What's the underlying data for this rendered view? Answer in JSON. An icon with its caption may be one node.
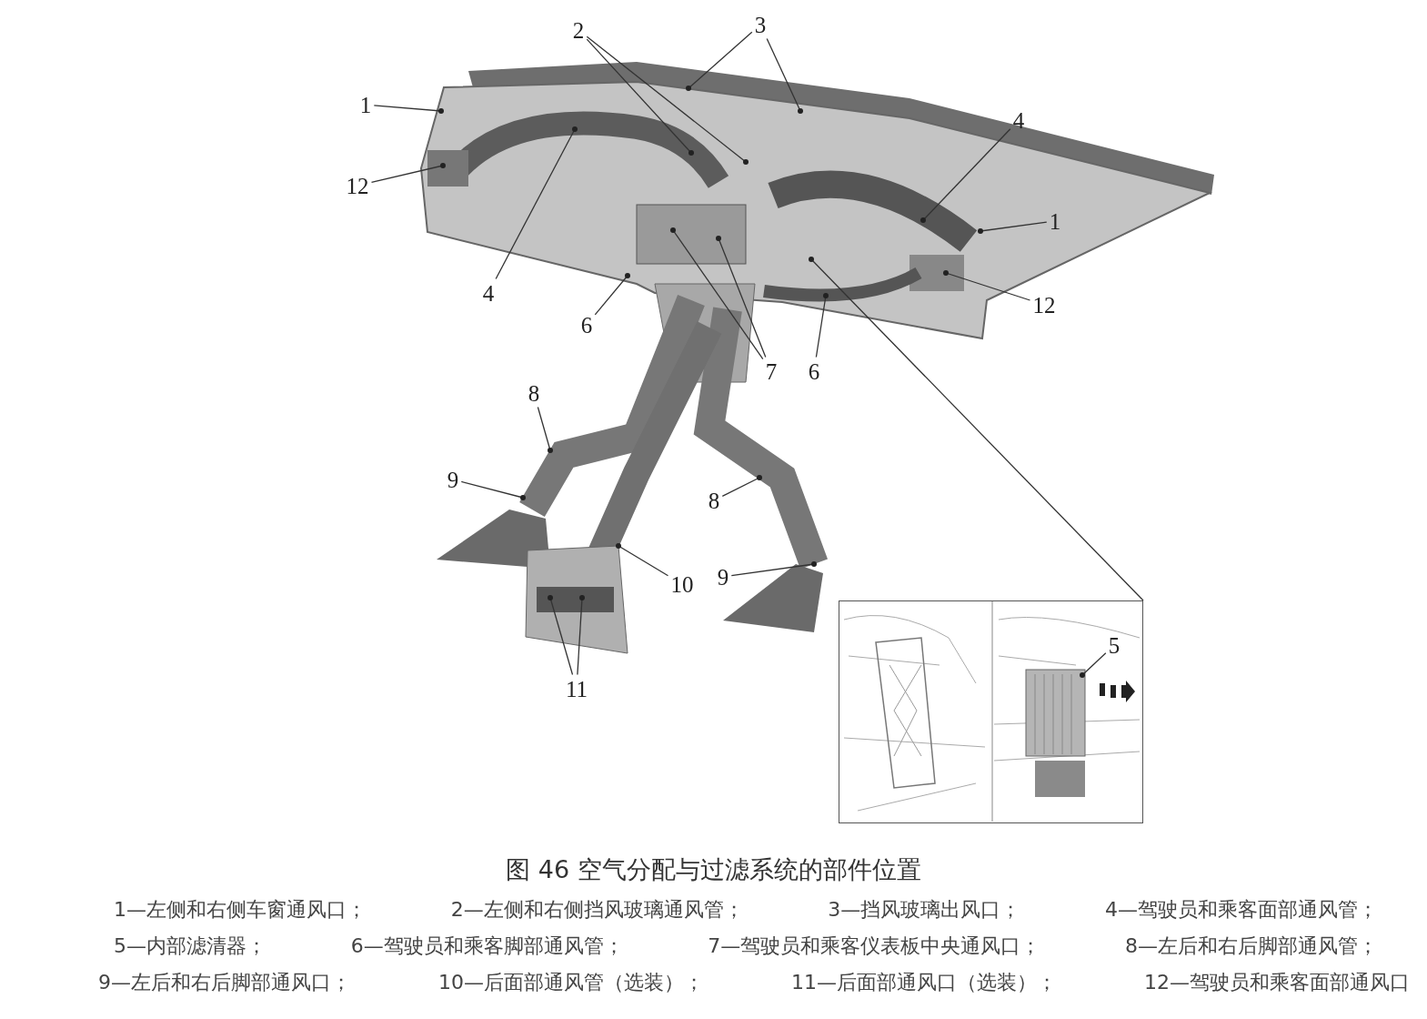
{
  "diagram": {
    "caption": "图 46 空气分配与过滤系统的部件位置",
    "nodes": [
      {
        "text": [
          "1"
        ]
      },
      {
        "text": [
          "12"
        ]
      },
      {
        "text": [
          "2"
        ]
      },
      {
        "text": [
          "3"
        ]
      },
      {
        "text": [
          "4"
        ]
      },
      {
        "text": [
          "1"
        ]
      },
      {
        "text": [
          "4"
        ]
      },
      {
        "text": [
          "6"
        ]
      },
      {
        "text": [
          "7"
        ]
      },
      {
        "text": [
          "6"
        ]
      },
      {
        "text": [
          "12"
        ]
      },
      {
        "text": [
          "8"
        ]
      },
      {
        "text": [
          "9"
        ]
      },
      {
        "text": [
          "8"
        ]
      },
      {
        "text": [
          "10"
        ]
      },
      {
        "text": [
          "9"
        ]
      },
      {
        "text": [
          "11"
        ]
      },
      {
        "text": [],
        "shape": "picture"
      },
      {
        "text": [
          "5"
        ],
        "in": 17
      }
    ],
    "edges": [
      {
        "from": 0,
        "to": null,
        "arrow": "other"
      },
      {
        "from": 1,
        "to": null,
        "arrow": "other"
      },
      {
        "from": 2,
        "to": null,
        "arrow": "other"
      },
      {
        "from": 2,
        "to": null,
        "arrow": "other"
      },
      {
        "from": 3,
        "to": null,
        "arrow": "other"
      },
      {
        "from": 3,
        "to": null,
        "arrow": "other"
      },
      {
        "from": 4,
        "to": null,
        "arrow": "other"
      },
      {
        "from": 5,
        "to": null,
        "arrow": "other"
      },
      {
        "from": 6,
        "to": null,
        "arrow": "other"
      },
      {
        "from": 7,
        "to": null,
        "arrow": "other"
      },
      {
        "from": 8,
        "to": null,
        "arrow": "other"
      },
      {
        "from": 8,
        "to": null,
        "arrow": "other"
      },
      {
        "from": 9,
        "to": null,
        "arrow": "other"
      },
      {
        "from": 10,
        "to": null,
        "arrow": "other"
      },
      {
        "from": 11,
        "to": null,
        "arrow": "other"
      },
      {
        "from": 12,
        "to": null,
        "arrow": "other"
      },
      {
        "from": 13,
        "to": null,
        "arrow": "other"
      },
      {
        "from": 14,
        "to": null,
        "arrow": "other"
      },
      {
        "from": 15,
        "to": null,
        "arrow": "other"
      },
      {
        "from": 16,
        "to": null,
        "arrow": "other"
      },
      {
        "from": 16,
        "to": null,
        "arrow": "other"
      },
      {
        "from": null,
        "to": 17,
        "arrow": "other"
      },
      {
        "from": 18,
        "to": null,
        "arrow": "other"
      }
    ],
    "labels": [
      "1—左侧和右侧车窗通风口；",
      "2—左侧和右侧挡风玻璃通风管；",
      "3—挡风玻璃出风口；",
      "4—驾驶员和乘客面部通风管；",
      "5—内部滤清器；",
      "6—驾驶员和乘客脚部通风管；",
      "7—驾驶员和乘客仪表板中央通风口；",
      "8—左后和右后脚部通风管；",
      "9—左后和右后脚部通风口；",
      "10—后面部通风管（选装）；",
      "11—后面部通风口（选装）；",
      "12—驾驶员和乘客面部通风口"
    ]
  }
}
